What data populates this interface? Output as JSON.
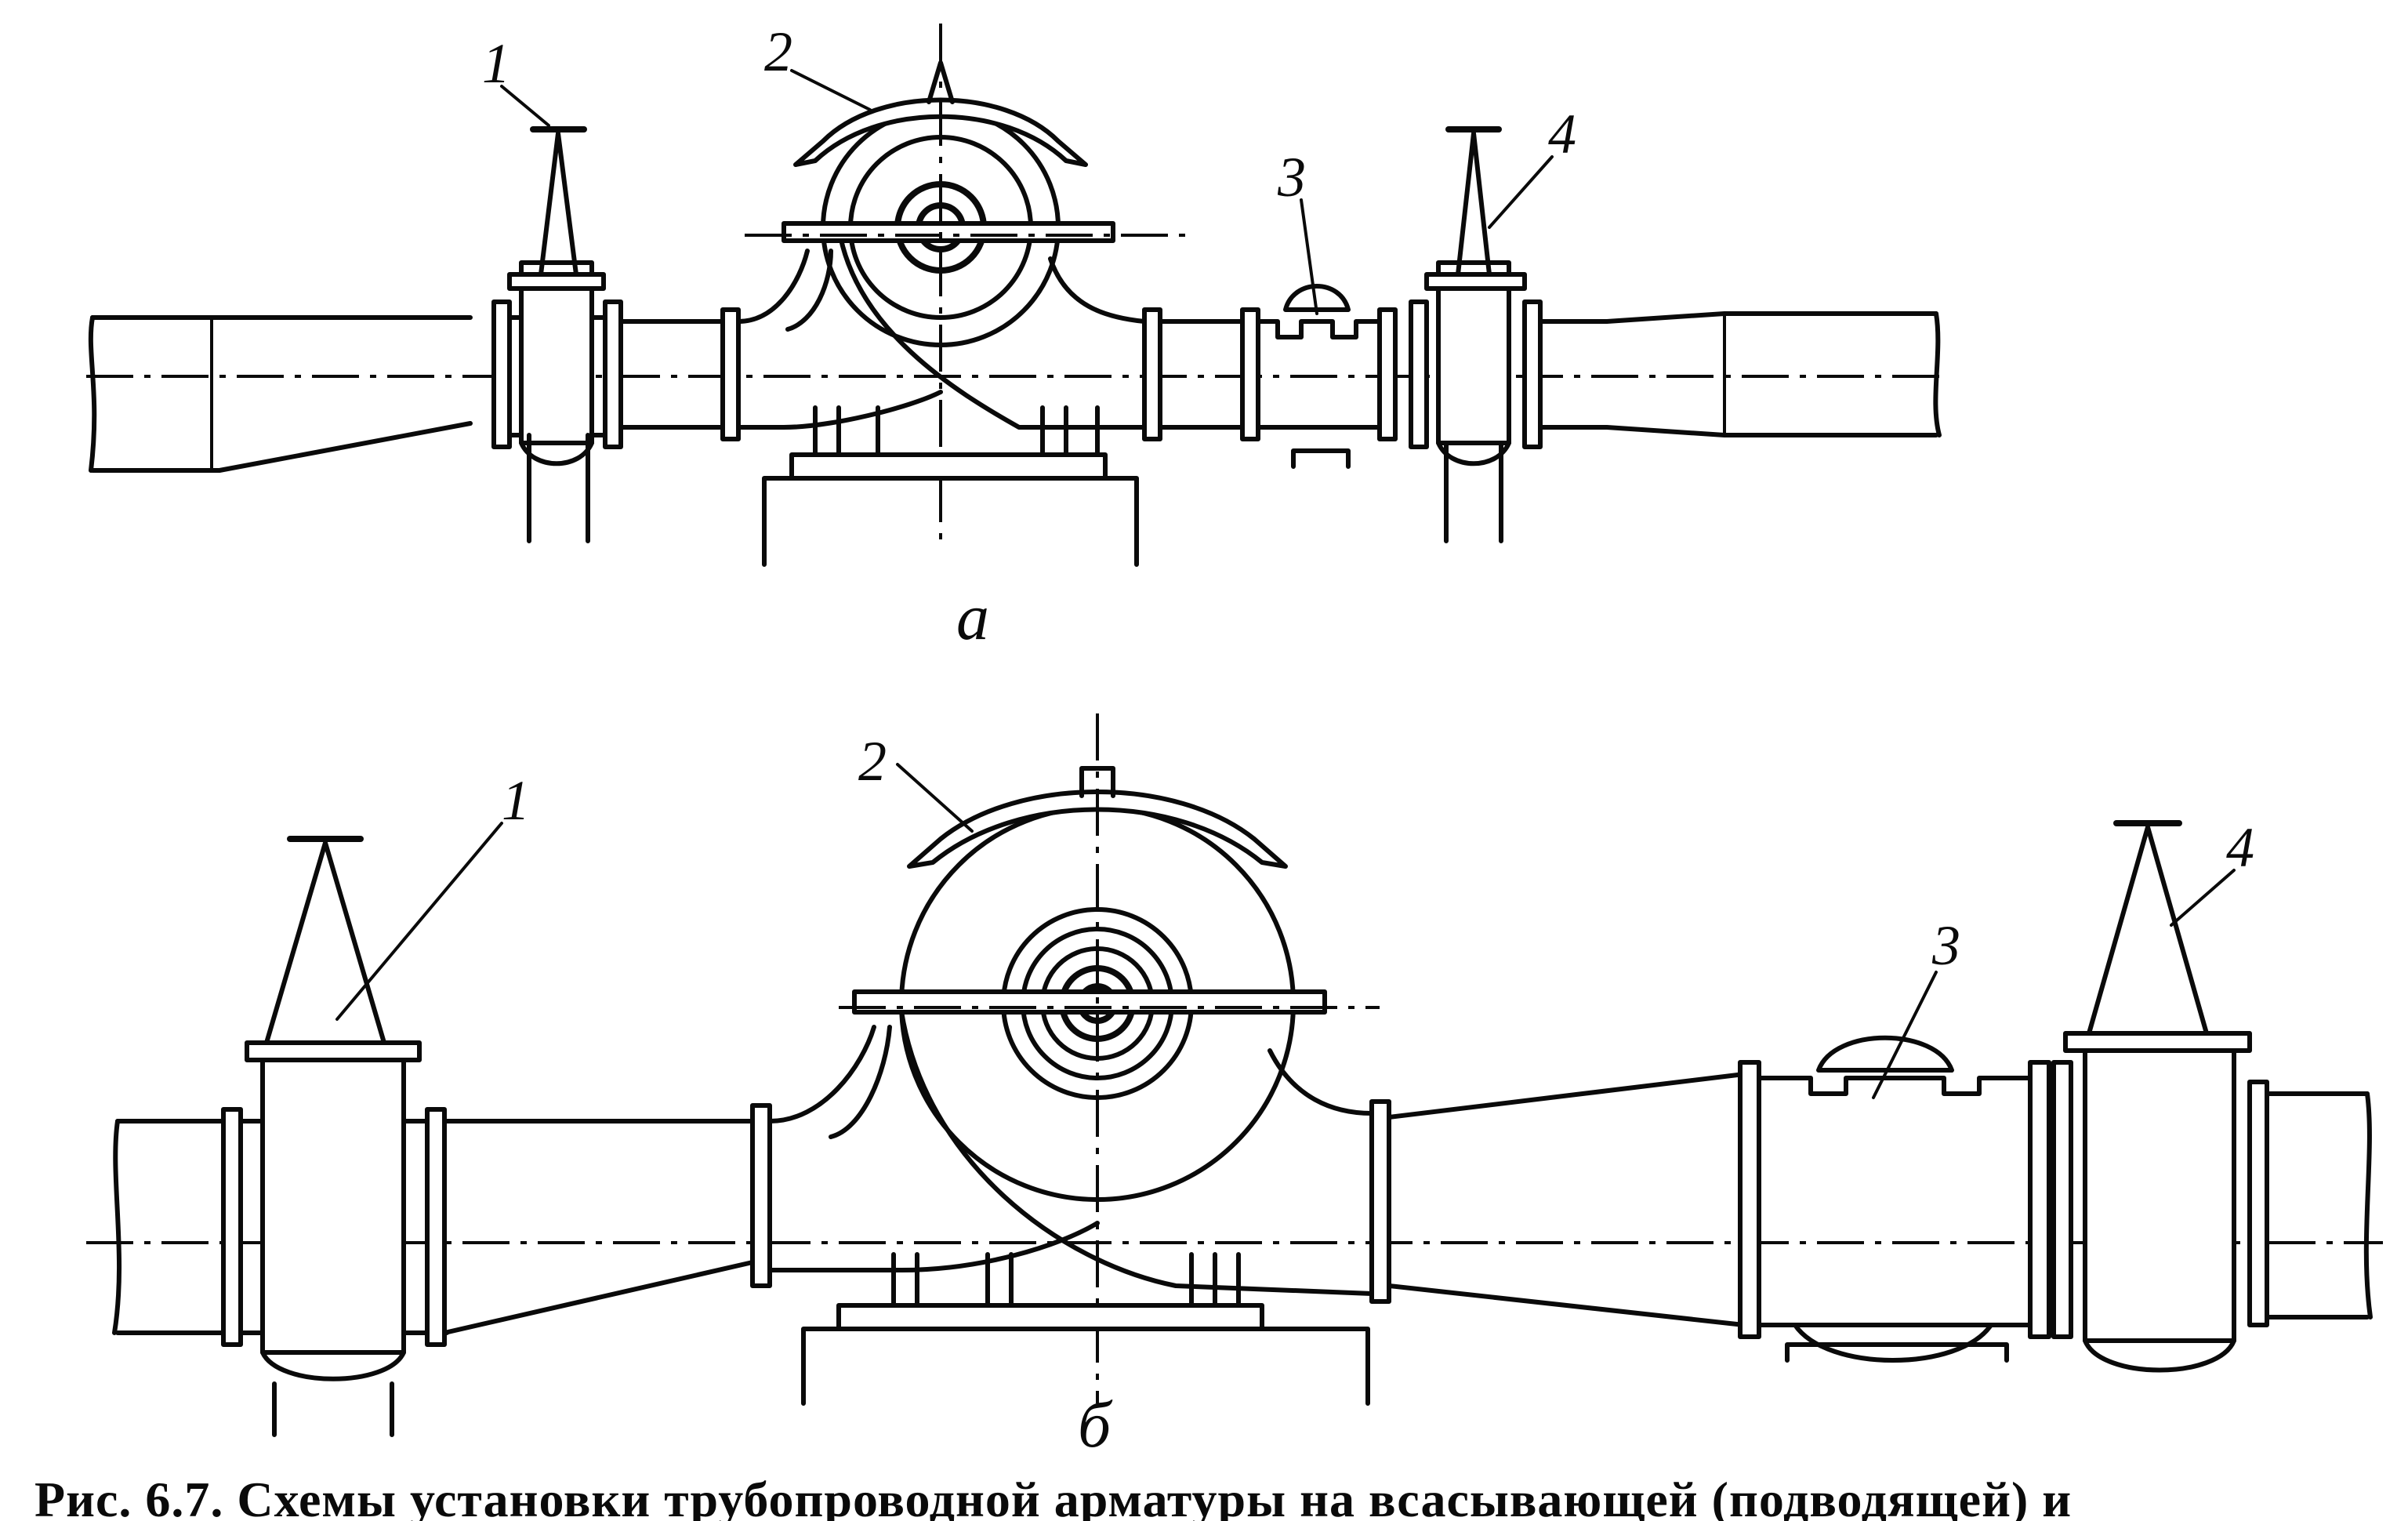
{
  "figure": {
    "views": [
      {
        "id": "a",
        "sublabel": "а",
        "labels": [
          "1",
          "2",
          "3",
          "4"
        ]
      },
      {
        "id": "b",
        "sublabel": "б",
        "labels": [
          "1",
          "2",
          "3",
          "4"
        ]
      }
    ],
    "caption": "Рис. 6.7. Схемы установки трубопроводной арматуры на всасывающей (подводящей) и"
  }
}
